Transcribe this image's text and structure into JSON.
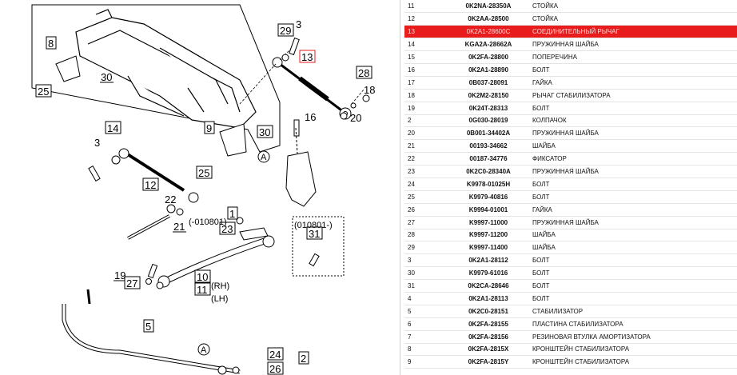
{
  "diagram": {
    "callouts": {
      "c29": "29",
      "c3a": "3",
      "c13": "13",
      "c8": "8",
      "c30a": "30",
      "c25a": "25",
      "c28": "28",
      "c18": "18",
      "c16": "16",
      "c20": "20",
      "c14": "14",
      "c9": "9",
      "c30b": "30",
      "cA1": "A",
      "c3b": "3",
      "c12": "12",
      "c25b": "25",
      "c22": "22",
      "c1": "1",
      "c21": "21",
      "c23": "23",
      "c31": "31",
      "c19": "19",
      "c27": "27",
      "c10": "10",
      "c11": "11",
      "c5": "5",
      "cA2": "A",
      "c24": "24",
      "c2": "2",
      "c26": "26"
    },
    "texts": {
      "date1": "(-010801)",
      "date2": "(010801-)",
      "rh": "(RH)",
      "lh": "(LH)"
    }
  },
  "parts": [
    {
      "num": "11",
      "code": "0K2NA-28350A",
      "name": "СТОЙКА",
      "selected": false
    },
    {
      "num": "12",
      "code": "0K2AA-28500",
      "name": "СТОЙКА",
      "selected": false
    },
    {
      "num": "13",
      "code": "0K2A1-28600C",
      "name": "СОЕДИНИТЕЛЬНЫЙ РЫЧАГ",
      "selected": true
    },
    {
      "num": "14",
      "code": "KGA2A-28662A",
      "name": "ПРУЖИННАЯ ШАЙБА",
      "selected": false
    },
    {
      "num": "15",
      "code": "0K2FA-28800",
      "name": "ПОПЕРЕЧИНА",
      "selected": false
    },
    {
      "num": "16",
      "code": "0K2A1-28890",
      "name": "БОЛТ",
      "selected": false
    },
    {
      "num": "17",
      "code": "0B037-28091",
      "name": "ГАЙКА",
      "selected": false
    },
    {
      "num": "18",
      "code": "0K2M2-28150",
      "name": "РЫЧАГ СТАБИЛИЗАТОРА",
      "selected": false
    },
    {
      "num": "19",
      "code": "0K24T-28313",
      "name": "БОЛТ",
      "selected": false
    },
    {
      "num": "2",
      "code": "0G030-28019",
      "name": "КОЛПАЧОК",
      "selected": false
    },
    {
      "num": "20",
      "code": "0B001-34402A",
      "name": "ПРУЖИННАЯ ШАЙБА",
      "selected": false
    },
    {
      "num": "21",
      "code": "00193-34662",
      "name": "ШАЙБА",
      "selected": false
    },
    {
      "num": "22",
      "code": "00187-34776",
      "name": "ФИКСАТОР",
      "selected": false
    },
    {
      "num": "23",
      "code": "0K2C0-28340A",
      "name": "ПРУЖИННАЯ ШАЙБА",
      "selected": false
    },
    {
      "num": "24",
      "code": "K9978-01025H",
      "name": "БОЛТ",
      "selected": false
    },
    {
      "num": "25",
      "code": "K9979-40816",
      "name": "БОЛТ",
      "selected": false
    },
    {
      "num": "26",
      "code": "K9994-01001",
      "name": "ГАЙКА",
      "selected": false
    },
    {
      "num": "27",
      "code": "K9997-11000",
      "name": "ПРУЖИННАЯ ШАЙБА",
      "selected": false
    },
    {
      "num": "28",
      "code": "K9997-11200",
      "name": "ШАЙБА",
      "selected": false
    },
    {
      "num": "29",
      "code": "K9997-11400",
      "name": "ШАЙБА",
      "selected": false
    },
    {
      "num": "3",
      "code": "0K2A1-28112",
      "name": "БОЛТ",
      "selected": false
    },
    {
      "num": "30",
      "code": "K9979-61016",
      "name": "БОЛТ",
      "selected": false
    },
    {
      "num": "31",
      "code": "0K2CA-28646",
      "name": "БОЛТ",
      "selected": false
    },
    {
      "num": "4",
      "code": "0K2A1-28113",
      "name": "БОЛТ",
      "selected": false
    },
    {
      "num": "5",
      "code": "0K2C0-28151",
      "name": "СТАБИЛИЗАТОР",
      "selected": false
    },
    {
      "num": "6",
      "code": "0K2FA-28155",
      "name": "ПЛАСТИНА СТАБИЛИЗАТОРА",
      "selected": false
    },
    {
      "num": "7",
      "code": "0K2FA-28156",
      "name": "РЕЗИНОВАЯ ВТУЛКА АМОРТИЗАТОРА",
      "selected": false
    },
    {
      "num": "8",
      "code": "0K2FA-2815X",
      "name": "КРОНШТЕЙН СТАБИЛИЗАТОРА",
      "selected": false
    },
    {
      "num": "9",
      "code": "0K2FA-2815Y",
      "name": "КРОНШТЕЙН СТАБИЛИЗАТОРА",
      "selected": false
    }
  ]
}
